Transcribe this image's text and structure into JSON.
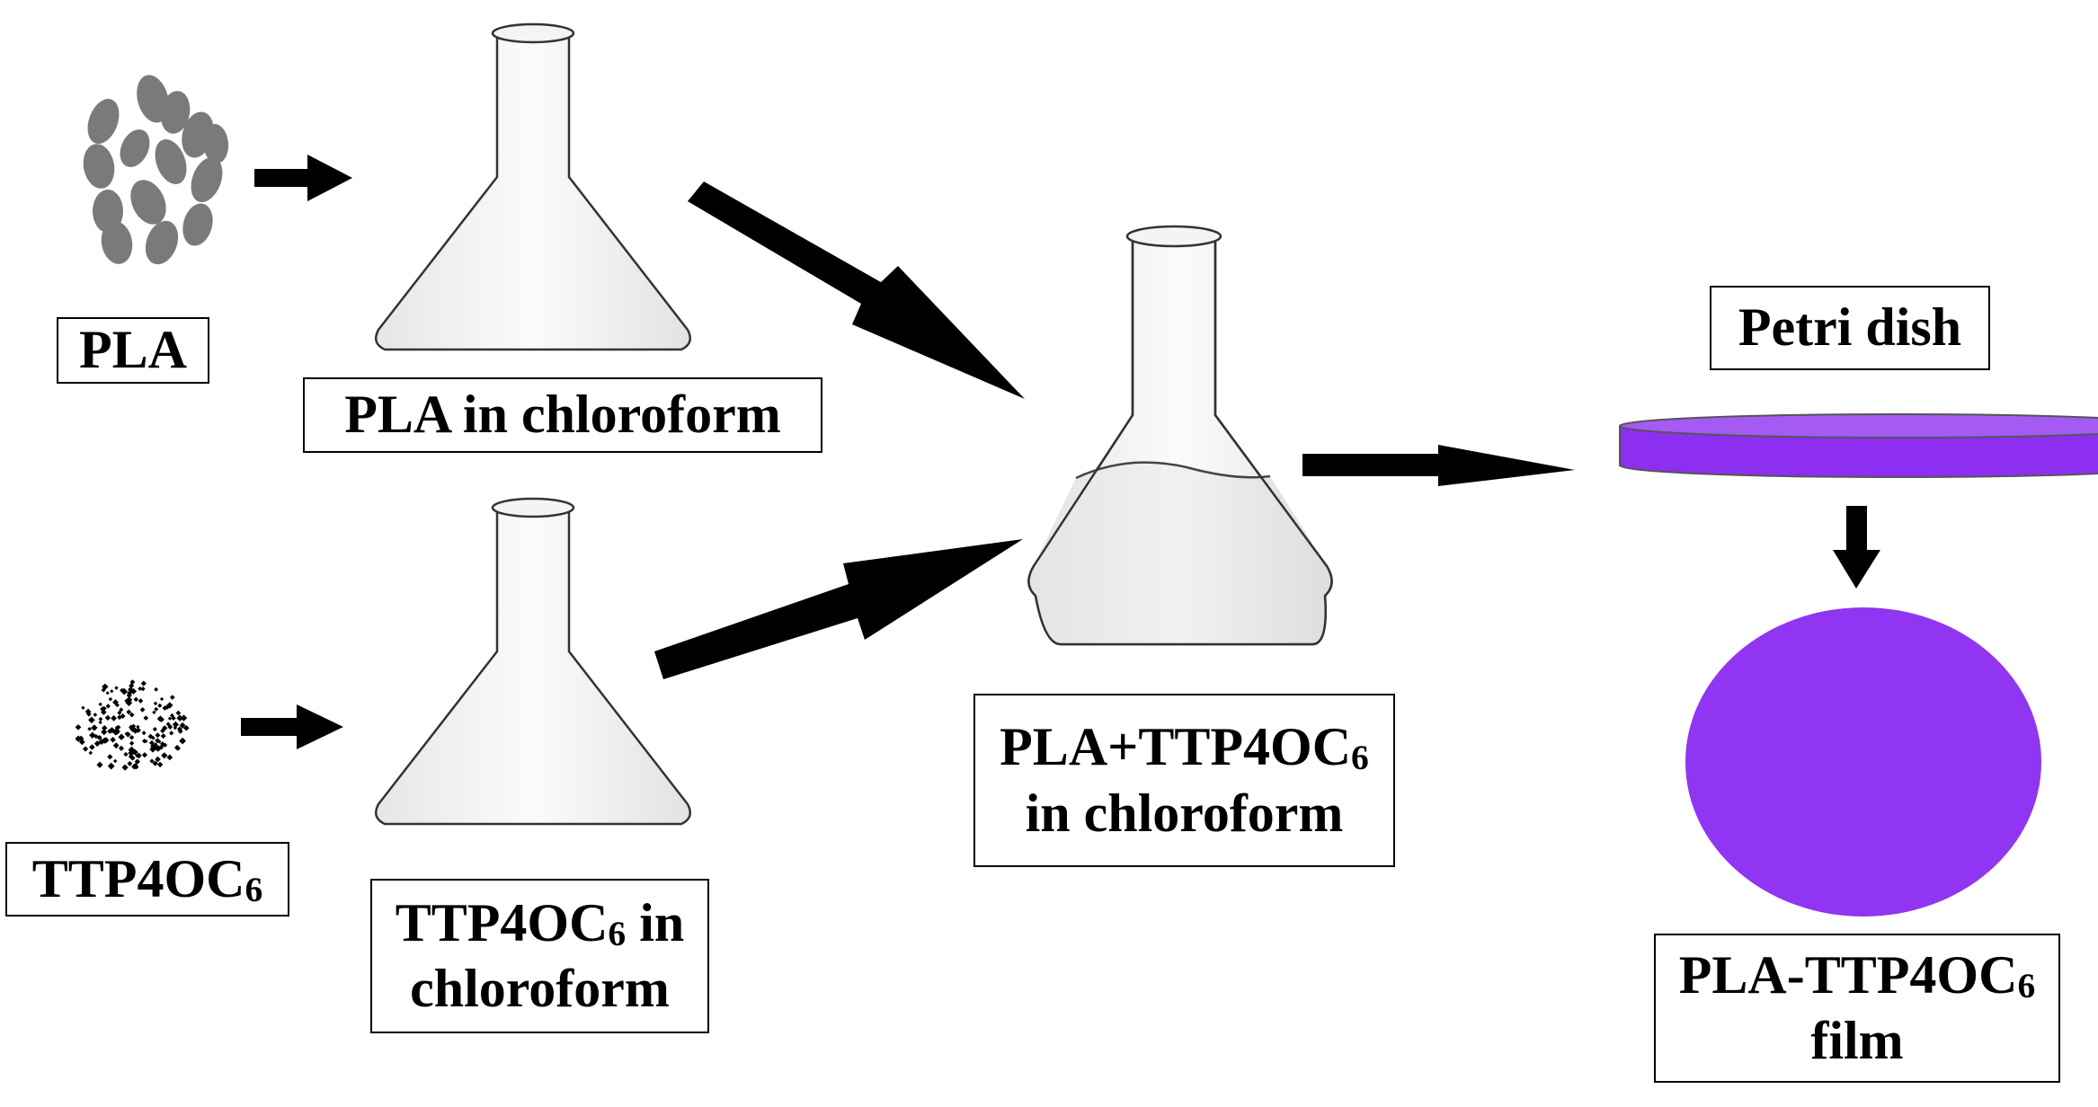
{
  "labels": {
    "pla": "PLA",
    "pla_in_chloroform": "PLA in chloroform",
    "ttp": {
      "main": "TTP4OC",
      "sub": "6"
    },
    "ttp_in_chloroform": {
      "main": "TTP4OC",
      "sub": "6",
      "tail": " in",
      "line2": "chloroform"
    },
    "mixture": {
      "main": "PLA+TTP4OC",
      "sub": "6",
      "line2": "in chloroform"
    },
    "petri_dish": "Petri dish",
    "film": {
      "main": "PLA-TTP4OC",
      "sub": "6",
      "line2": "film"
    }
  },
  "colors": {
    "film": "#9035f2",
    "petri_top": "#a35af4",
    "pla_pellets": "#7a7a7a",
    "arrows": "#000000"
  }
}
